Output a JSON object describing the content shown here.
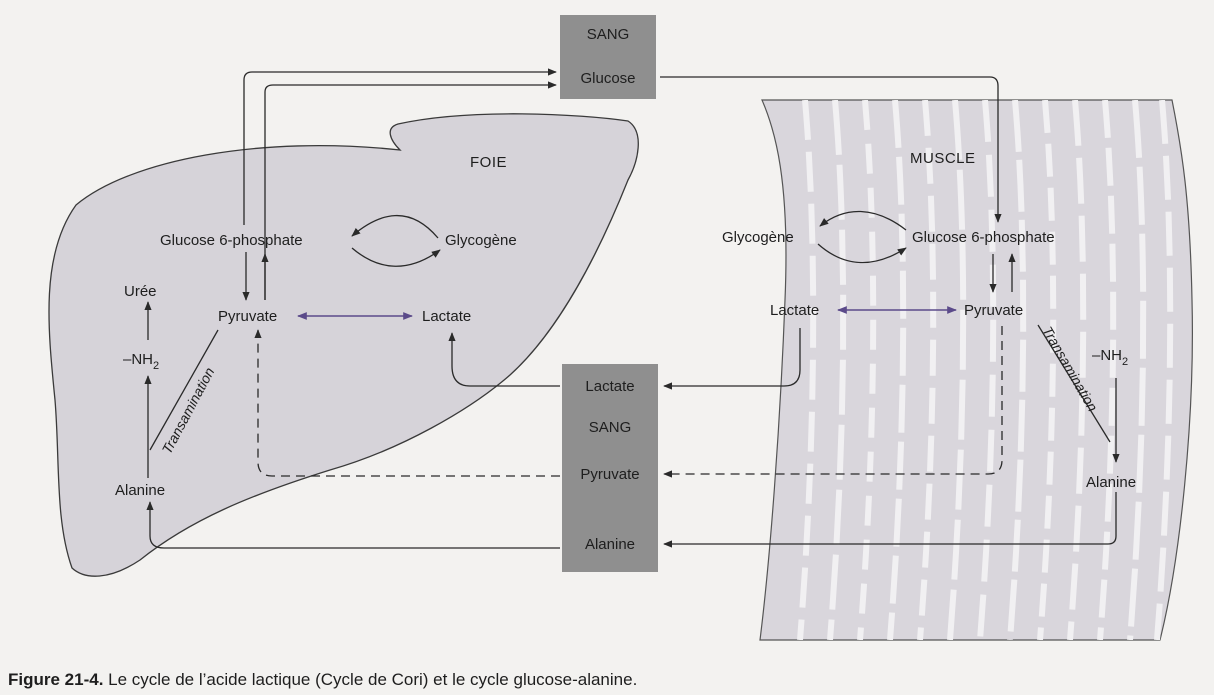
{
  "regions": {
    "liver": "FOIE",
    "muscle": "MUSCLE"
  },
  "blood_top": {
    "title": "SANG",
    "glucose": "Glucose"
  },
  "blood_bottom": {
    "lactate": "Lactate",
    "title": "SANG",
    "pyruvate": "Pyruvate",
    "alanine": "Alanine"
  },
  "liver": {
    "g6p": "Glucose 6-phosphate",
    "glycogen": "Glycogène",
    "pyruvate": "Pyruvate",
    "lactate": "Lactate",
    "uree": "Urée",
    "nh2": "–NH",
    "nh2_sub": "2",
    "transamination": "Transamination",
    "alanine": "Alanine"
  },
  "muscle": {
    "glycogen": "Glycogène",
    "g6p": "Glucose 6-phosphate",
    "lactate": "Lactate",
    "pyruvate": "Pyruvate",
    "nh2": "–NH",
    "nh2_sub": "2",
    "transamination": "Transamination",
    "alanine": "Alanine"
  },
  "caption": {
    "label": "Figure 21-4.",
    "text": " Le cycle de l’acide lactique (Cycle de Cori) et le cycle glucose-alanine."
  },
  "colors": {
    "tissue_fill": "#d6d3d9",
    "blood_box": "#8f8f8f",
    "line": "#2a2a2a",
    "accent_arrow": "#5b4a8a"
  }
}
